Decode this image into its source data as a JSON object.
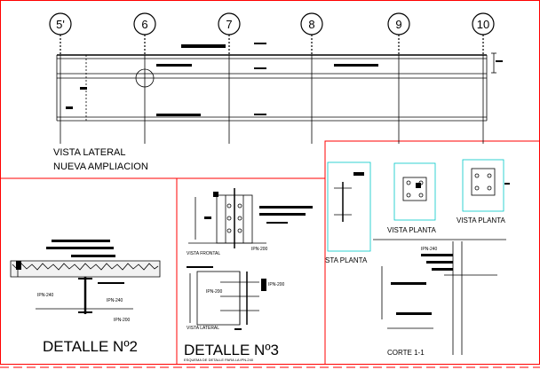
{
  "axes": [
    "5'",
    "6",
    "7",
    "8",
    "9",
    "10"
  ],
  "lateral_view": {
    "line1": "VISTA LATERAL",
    "line2": "NUEVA AMPLIACION"
  },
  "details": {
    "detail2_title": "DETALLE Nº2",
    "detail3_title": "DETALLE Nº3",
    "detail3_subtitle": "ESQUEMA DE DETALLE PARA LA IPN-240",
    "frontal_view": "VISTA FRONTAL",
    "lateral_view_small": "VISTA LATERAL",
    "plan_view_a": "VISTA PLANTA",
    "plan_view_b": "VISTA PLANTA",
    "plan_view_c": "STA PLANTA",
    "section": "CORTE 1-1"
  },
  "labels": {
    "ipn240_a": "IPN-240",
    "ipn240_b": "IPN-240",
    "ipn200_a": "IPN-200",
    "ipn200_b": "IPN-200",
    "ipn200_c": "IPN-200",
    "ipn200_d": "IPN-200",
    "ipn240_c": "IPN-240"
  },
  "colors": {
    "frame": "#ff0000",
    "line": "#000000",
    "accent": "#00c8c8",
    "background": "#ffffff"
  }
}
